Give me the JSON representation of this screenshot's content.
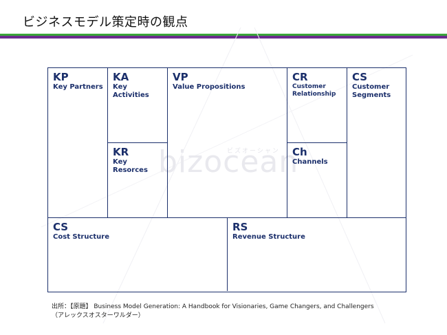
{
  "page": {
    "title": "ビジネスモデル策定時の観点"
  },
  "canvas": {
    "kp": {
      "abbr": "KP",
      "name": "Key Partners"
    },
    "ka": {
      "abbr": "KA",
      "name_line1": "Key",
      "name_line2": "Activities"
    },
    "kr": {
      "abbr": "KR",
      "name_line1": "Key",
      "name_line2": "Resorces"
    },
    "vp": {
      "abbr": "VP",
      "name": "Value Propositions"
    },
    "cr": {
      "abbr": "CR",
      "name_line1": "Customer",
      "name_line2": "Relationship"
    },
    "ch": {
      "abbr": "Ch",
      "name": "Channels"
    },
    "cs_seg": {
      "abbr": "CS",
      "name_line1": "Customer",
      "name_line2": "Segments"
    },
    "cs_cost": {
      "abbr": "CS",
      "name": "Cost Structure"
    },
    "rs": {
      "abbr": "RS",
      "name": "Revenue Structure"
    }
  },
  "watermark": {
    "text": "bizocean",
    "kana": "ビズオーシャン"
  },
  "source": {
    "line1": "出所：【原題】 Business Model Generation: A Handbook for Visionaries, Game Changers, and Challengers",
    "line2": "（アレックスオスターワルダー）"
  },
  "colors": {
    "frame": "#1b2f6b",
    "bar_green": "#3aa53a",
    "bar_purple": "#6a2c8e"
  }
}
